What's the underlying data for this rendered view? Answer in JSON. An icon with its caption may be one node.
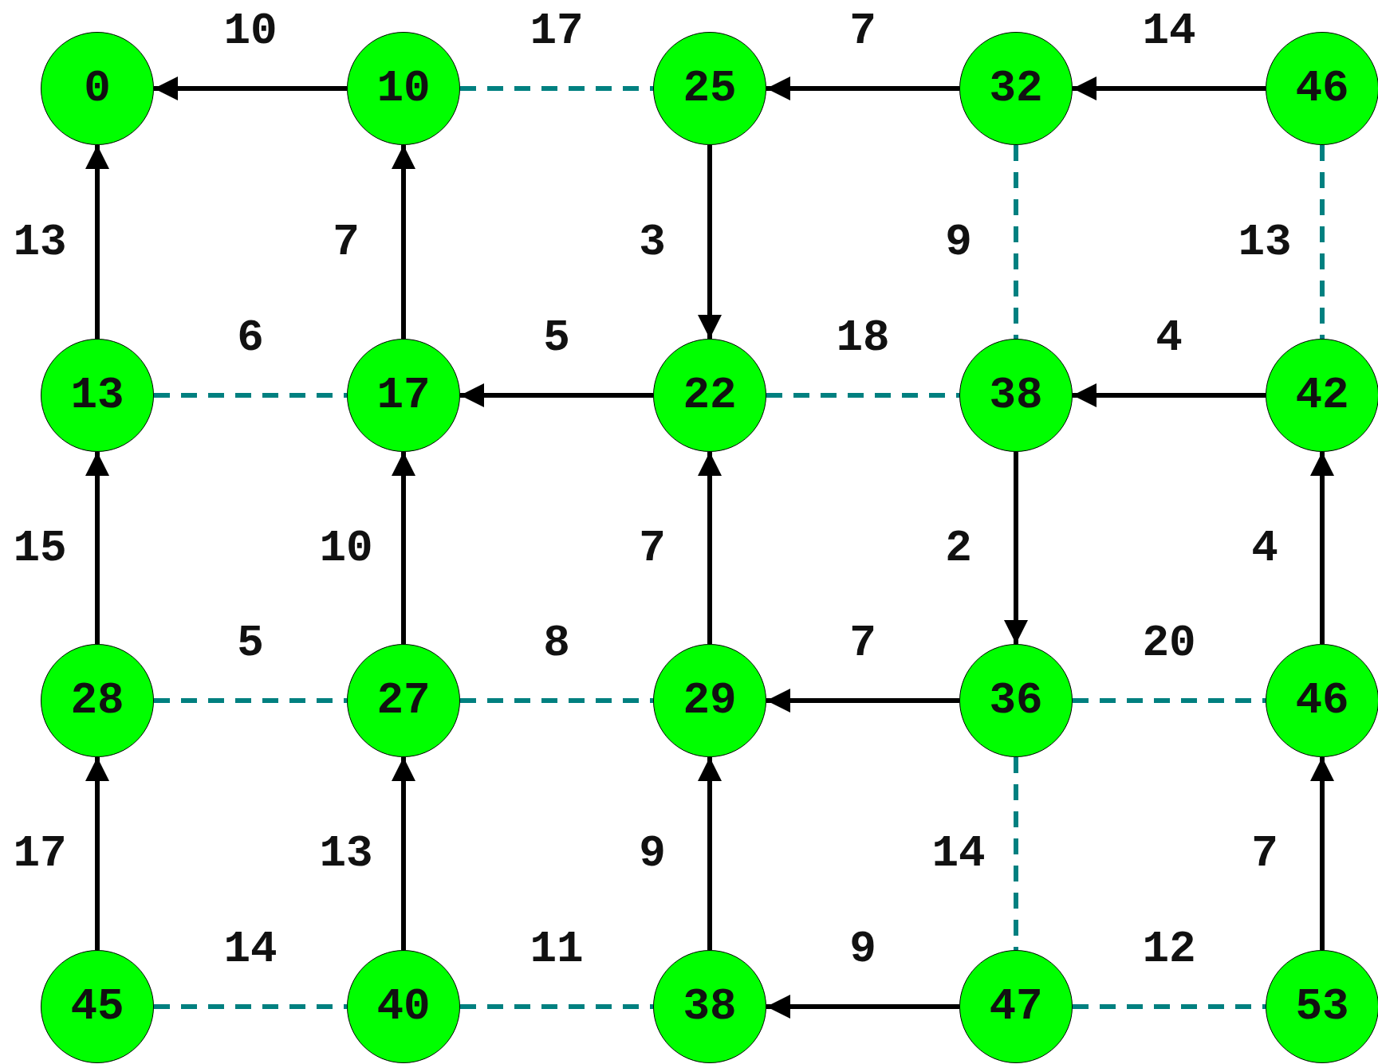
{
  "diagram": {
    "nodes": [
      {
        "text": [
          "0"
        ]
      },
      {
        "text": [
          "10"
        ]
      },
      {
        "text": [
          "25"
        ]
      },
      {
        "text": [
          "32"
        ]
      },
      {
        "text": [
          "46"
        ]
      },
      {
        "text": [
          "13"
        ]
      },
      {
        "text": [
          "17"
        ]
      },
      {
        "text": [
          "22"
        ]
      },
      {
        "text": [
          "38"
        ]
      },
      {
        "text": [
          "42"
        ]
      },
      {
        "text": [
          "28"
        ]
      },
      {
        "text": [
          "27"
        ]
      },
      {
        "text": [
          "29"
        ]
      },
      {
        "text": [
          "36"
        ]
      },
      {
        "text": [
          "46"
        ]
      },
      {
        "text": [
          "45"
        ]
      },
      {
        "text": [
          "40"
        ]
      },
      {
        "text": [
          "38"
        ]
      },
      {
        "text": [
          "47"
        ]
      },
      {
        "text": [
          "53"
        ]
      }
    ],
    "edges": [
      {
        "from": 1,
        "to": 0,
        "arrow": "to",
        "label": "10"
      },
      {
        "from": 1,
        "to": 2,
        "arrow": "none",
        "label": "17",
        "style": "dashed",
        "color": "#008080"
      },
      {
        "from": 3,
        "to": 2,
        "arrow": "to",
        "label": "7"
      },
      {
        "from": 4,
        "to": 3,
        "arrow": "to",
        "label": "14"
      },
      {
        "from": 5,
        "to": 0,
        "arrow": "to",
        "label": "13"
      },
      {
        "from": 6,
        "to": 1,
        "arrow": "to",
        "label": "7"
      },
      {
        "from": 2,
        "to": 7,
        "arrow": "to",
        "label": "3"
      },
      {
        "from": 3,
        "to": 8,
        "arrow": "none",
        "label": "9",
        "style": "dashed",
        "color": "#008080"
      },
      {
        "from": 4,
        "to": 9,
        "arrow": "none",
        "label": "13",
        "style": "dashed",
        "color": "#008080"
      },
      {
        "from": 5,
        "to": 6,
        "arrow": "none",
        "label": "6",
        "style": "dashed",
        "color": "#008080"
      },
      {
        "from": 7,
        "to": 6,
        "arrow": "to",
        "label": "5"
      },
      {
        "from": 7,
        "to": 8,
        "arrow": "none",
        "label": "18",
        "style": "dashed",
        "color": "#008080"
      },
      {
        "from": 9,
        "to": 8,
        "arrow": "to",
        "label": "4"
      },
      {
        "from": 10,
        "to": 5,
        "arrow": "to",
        "label": "15"
      },
      {
        "from": 11,
        "to": 6,
        "arrow": "to",
        "label": "10"
      },
      {
        "from": 12,
        "to": 7,
        "arrow": "to",
        "label": "7"
      },
      {
        "from": 8,
        "to": 13,
        "arrow": "to",
        "label": "2"
      },
      {
        "from": 14,
        "to": 9,
        "arrow": "to",
        "label": "4"
      },
      {
        "from": 10,
        "to": 11,
        "arrow": "none",
        "label": "5",
        "style": "dashed",
        "color": "#008080"
      },
      {
        "from": 11,
        "to": 12,
        "arrow": "none",
        "label": "8",
        "style": "dashed",
        "color": "#008080"
      },
      {
        "from": 13,
        "to": 12,
        "arrow": "to",
        "label": "7"
      },
      {
        "from": 13,
        "to": 14,
        "arrow": "none",
        "label": "20",
        "style": "dashed",
        "color": "#008080"
      },
      {
        "from": 15,
        "to": 10,
        "arrow": "to",
        "label": "17"
      },
      {
        "from": 16,
        "to": 11,
        "arrow": "to",
        "label": "13"
      },
      {
        "from": 17,
        "to": 12,
        "arrow": "to",
        "label": "9"
      },
      {
        "from": 13,
        "to": 18,
        "arrow": "none",
        "label": "14",
        "style": "dashed",
        "color": "#008080"
      },
      {
        "from": 19,
        "to": 14,
        "arrow": "to",
        "label": "7"
      },
      {
        "from": 15,
        "to": 16,
        "arrow": "none",
        "label": "14",
        "style": "dashed",
        "color": "#008080"
      },
      {
        "from": 16,
        "to": 17,
        "arrow": "none",
        "label": "11",
        "style": "dashed",
        "color": "#008080"
      },
      {
        "from": 18,
        "to": 17,
        "arrow": "to",
        "label": "9"
      },
      {
        "from": 18,
        "to": 19,
        "arrow": "none",
        "label": "12",
        "style": "dashed",
        "color": "#008080"
      }
    ]
  }
}
